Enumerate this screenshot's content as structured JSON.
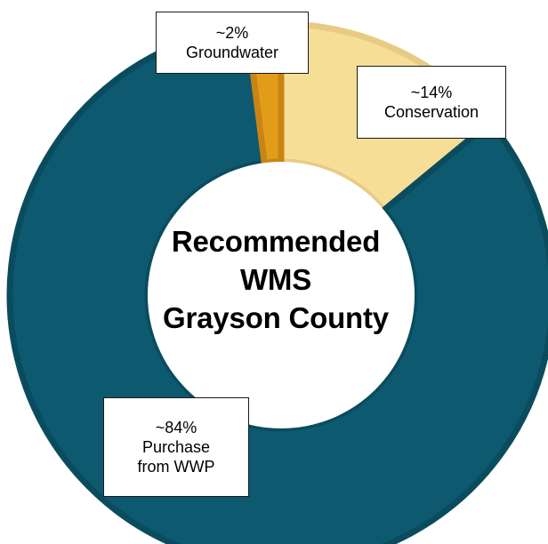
{
  "chart_data": {
    "type": "pie",
    "variant": "donut",
    "center_title": [
      "Recommended",
      "WMS",
      "Grayson County"
    ],
    "slices": [
      {
        "name": "Conservation",
        "value": 14,
        "label_lines": [
          "~14%",
          "Conservation"
        ],
        "color": "#F6DE97",
        "edge_color": "#E8CB83"
      },
      {
        "name": "Purchase from WWP",
        "value": 84,
        "label_lines": [
          "~84%",
          "Purchase",
          "from WWP"
        ],
        "color": "#0D5A70",
        "edge_color": "#0A4C5E"
      },
      {
        "name": "Groundwater",
        "value": 2,
        "label_lines": [
          "~2%",
          "Groundwater"
        ],
        "color": "#E19D1A",
        "edge_color": "#C98416"
      }
    ],
    "legend": "none",
    "grid": false
  }
}
